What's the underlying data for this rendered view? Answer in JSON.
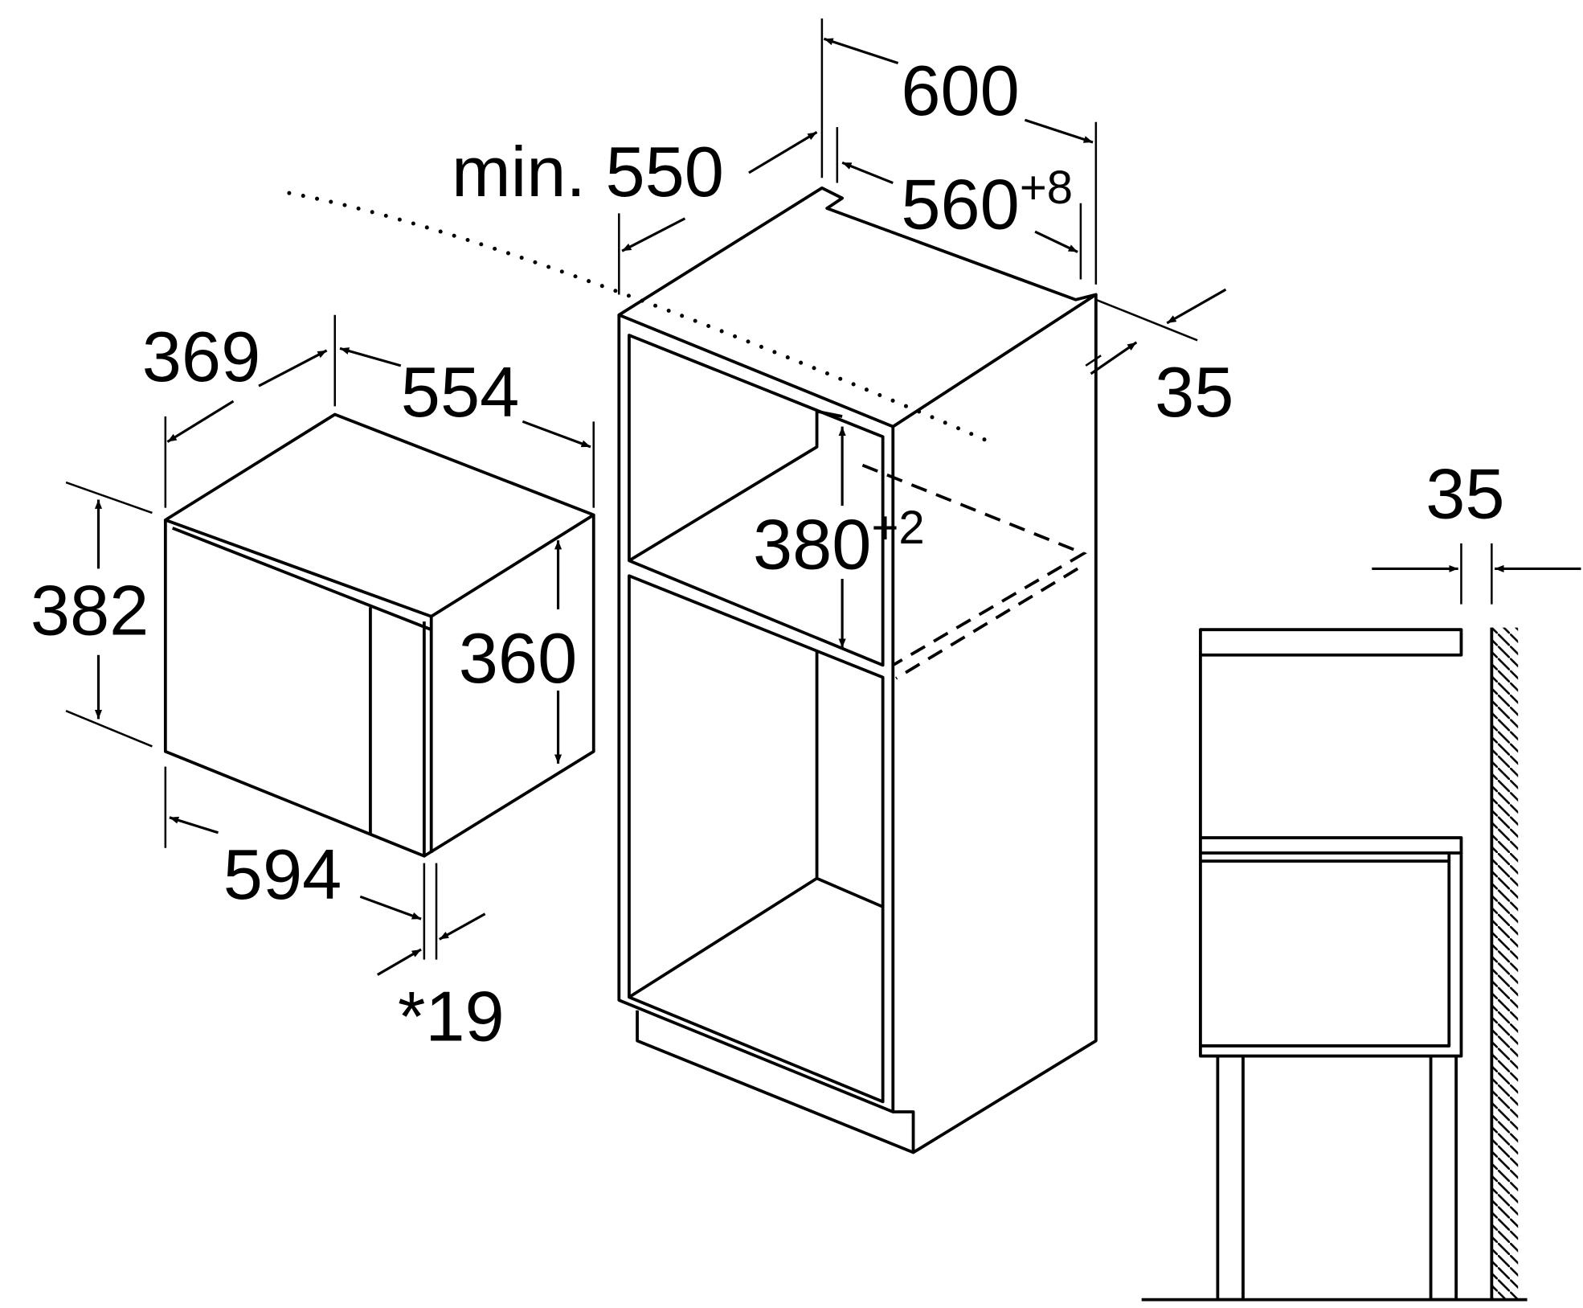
{
  "diagram": {
    "microwave": {
      "depth": "369",
      "width_depth": "554",
      "height": "382",
      "inner_height": "360",
      "width": "594",
      "door_offset": "*19"
    },
    "cabinet": {
      "min_depth": "min. 550",
      "outer_width": "600",
      "niche_width": "560",
      "niche_width_tolerance": "+8",
      "niche_height": "380",
      "niche_height_tolerance": "+2",
      "back_gap": "35"
    },
    "side_view": {
      "wall_gap": "35"
    }
  }
}
